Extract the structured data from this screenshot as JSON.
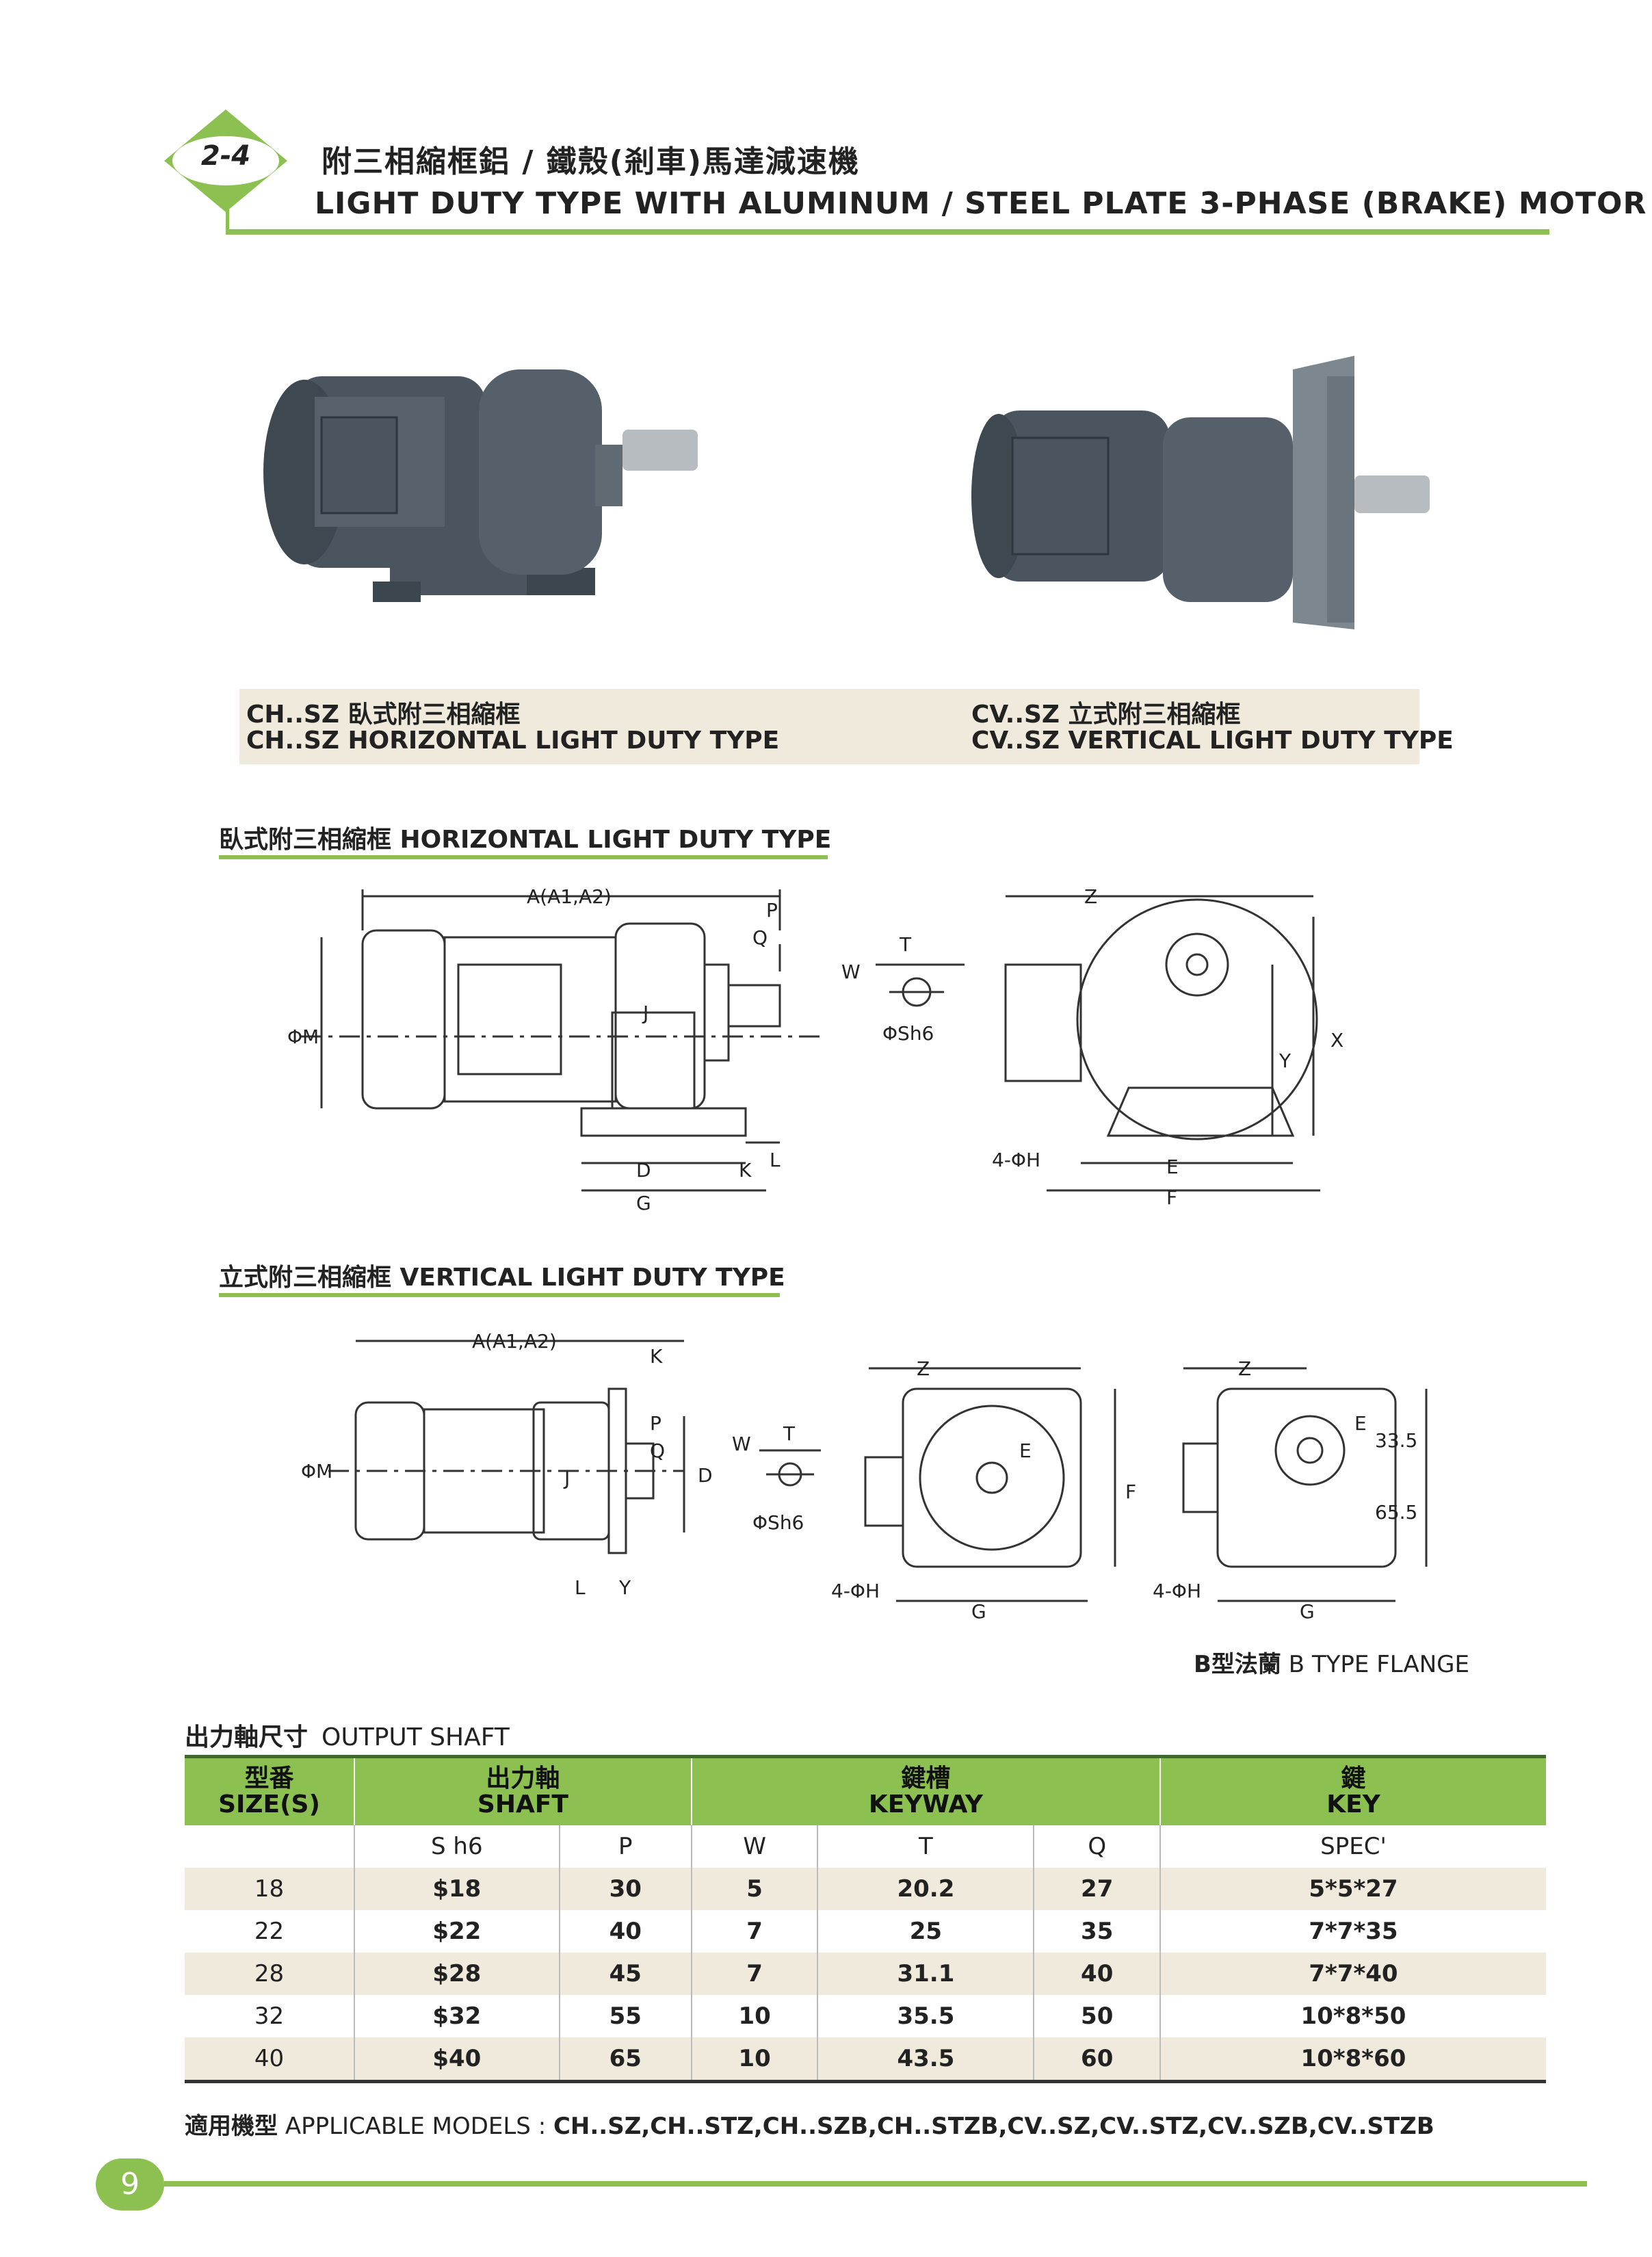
{
  "header": {
    "section_number": "2-4",
    "title_cn": "附三相縮框鋁 / 鐵殼(剎車)馬達減速機",
    "title_en": "LIGHT DUTY TYPE WITH ALUMINUM / STEEL PLATE 3-PHASE (BRAKE) MOTOR"
  },
  "photos": {
    "left": {
      "caption_cn": "CH..SZ 臥式附三相縮框",
      "caption_en": "CH..SZ HORIZONTAL LIGHT DUTY TYPE"
    },
    "right": {
      "caption_cn": "CV..SZ 立式附三相縮框",
      "caption_en": "CV..SZ VERTICAL LIGHT DUTY TYPE"
    }
  },
  "horizontal_section": {
    "title": "臥式附三相縮框 HORIZONTAL LIGHT DUTY TYPE",
    "labels": {
      "A": "A(A1,A2)",
      "P": "P",
      "Q": "Q",
      "M": "ΦM",
      "J": "J",
      "D": "D",
      "G": "G",
      "K": "K",
      "L": "L",
      "W": "W",
      "T": "T",
      "S": "ΦSh6",
      "Z": "Z",
      "X": "X",
      "Y": "Y",
      "H": "4-ΦH",
      "E": "E",
      "F": "F"
    }
  },
  "vertical_section": {
    "title": "立式附三相縮框 VERTICAL LIGHT DUTY TYPE",
    "labels": {
      "A": "A(A1,A2)",
      "K": "K",
      "P": "P",
      "Q": "Q",
      "M": "ΦM",
      "J": "J",
      "D": "D",
      "L": "L",
      "Y": "Y",
      "W": "W",
      "T": "T",
      "S": "ΦSh6",
      "Z": "Z",
      "E": "E",
      "F": "F",
      "G": "G",
      "H": "4-ΦH",
      "dim1": "33.5",
      "dim2": "65.5"
    },
    "flange_caption_cn": "B型法蘭",
    "flange_caption_en": "B TYPE FLANGE"
  },
  "output_shaft": {
    "title_cn": "出力軸尺寸",
    "title_en": "OUTPUT SHAFT",
    "headers": [
      {
        "cn": "型番",
        "en": "SIZE(S)"
      },
      {
        "cn": "出力軸",
        "en": "SHAFT"
      },
      {
        "cn": "鍵槽",
        "en": "KEYWAY"
      },
      {
        "cn": "鍵",
        "en": "KEY"
      }
    ],
    "subheaders": [
      "",
      "S h6",
      "P",
      "W",
      "T",
      "Q",
      "SPEC'"
    ],
    "rows": [
      [
        "18",
        "$18",
        "30",
        "5",
        "20.2",
        "27",
        "5*5*27"
      ],
      [
        "22",
        "$22",
        "40",
        "7",
        "25",
        "35",
        "7*7*35"
      ],
      [
        "28",
        "$28",
        "45",
        "7",
        "31.1",
        "40",
        "7*7*40"
      ],
      [
        "32",
        "$32",
        "55",
        "10",
        "35.5",
        "50",
        "10*8*50"
      ],
      [
        "40",
        "$40",
        "65",
        "10",
        "43.5",
        "60",
        "10*8*60"
      ]
    ]
  },
  "applicable_models": {
    "label_cn": "適用機型",
    "label_en": "APPLICABLE MODELS :",
    "models": "CH..SZ,CH..STZ,CH..SZB,CH..STZB,CV..SZ,CV..STZ,CV..SZB,CV..STZB"
  },
  "page_number": "9",
  "colors": {
    "accent": "#8cc152",
    "band": "#efeadb",
    "motor": "#4a5560"
  }
}
